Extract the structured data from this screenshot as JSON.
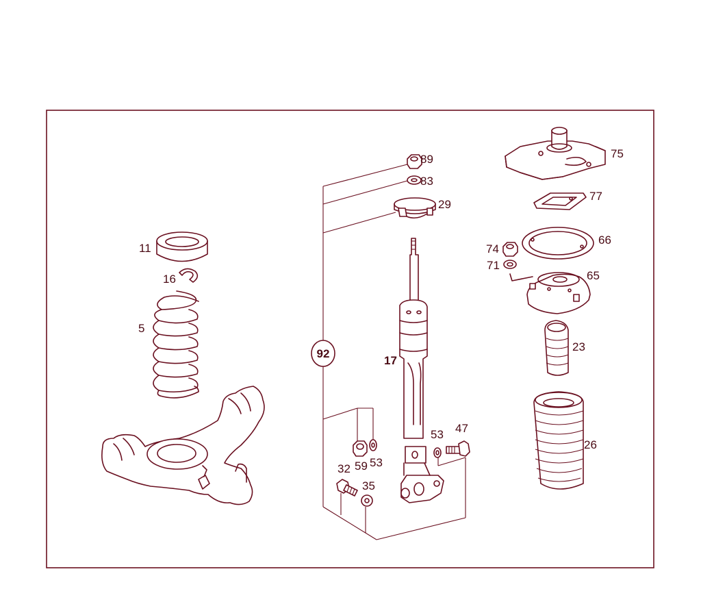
{
  "diagram": {
    "group_callout": "92",
    "labels": {
      "p89": "89",
      "p83": "83",
      "p29": "29",
      "p75": "75",
      "p77": "77",
      "p11": "11",
      "p16": "16",
      "p5": "5",
      "p66": "66",
      "p74": "74",
      "p71": "71",
      "p65": "65",
      "p23": "23",
      "p17": "17",
      "p26": "26",
      "p53a": "53",
      "p47": "47",
      "p32": "32",
      "p59": "59",
      "p53b": "53",
      "p35": "35"
    }
  }
}
